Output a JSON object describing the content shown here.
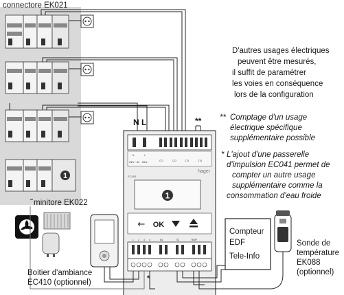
{
  "labels": {
    "connector": "connectore EK021",
    "minitore": "minitore EK022",
    "ambiance_line1": "Boitier d'ambiance",
    "ambiance_line2": "EC410 (optionnel)",
    "sonde_line1": "Sonde de",
    "sonde_line2": "température",
    "sonde_line3": "EK088",
    "sonde_line4": "(optionnel)",
    "compteur_line1": "Compteur",
    "compteur_line2": "EDF",
    "compteur_line3": "Tele-Info",
    "N": "N",
    "L": "L",
    "double_star": "**",
    "single_star": "*",
    "marker_1": "1",
    "brand": "hager",
    "model": "EC450"
  },
  "notes": {
    "usages": [
      "D'autres usages électriques",
      "peuvent être mesurés,",
      "il suffit de paramétrer",
      "les voies en conséquence",
      "lors de la configuration"
    ],
    "comptage_mark": "**",
    "comptage": [
      "Comptage d'un usage",
      "électrique spécifique",
      "supplémentaire possible"
    ],
    "passerelle_mark": "*",
    "passerelle": [
      "L'ajout d'une passerelle",
      "d'impulsion EC041 permet de",
      "compter un autre usage",
      "supplémentaire comme la",
      "consommation d'eau froide"
    ]
  },
  "panel": {
    "ok_label": "OK",
    "back_icon": "arrow-left-icon",
    "down_icon": "triangle-down-icon",
    "menu_icon": "eject-icon"
  },
  "terminals": {
    "top_small": [
      "N",
      "L",
      "230V ~ AC",
      "50Hz",
      "CT1",
      "CT2",
      "CT3",
      "CT4"
    ],
    "bottom_small": [
      "1",
      "2",
      "3",
      "4",
      "TIC",
      "TEMP",
      "EA"
    ]
  },
  "colors": {
    "zone": "#d9d9d9",
    "wire": "#222222",
    "device": "#f4f4f4"
  }
}
